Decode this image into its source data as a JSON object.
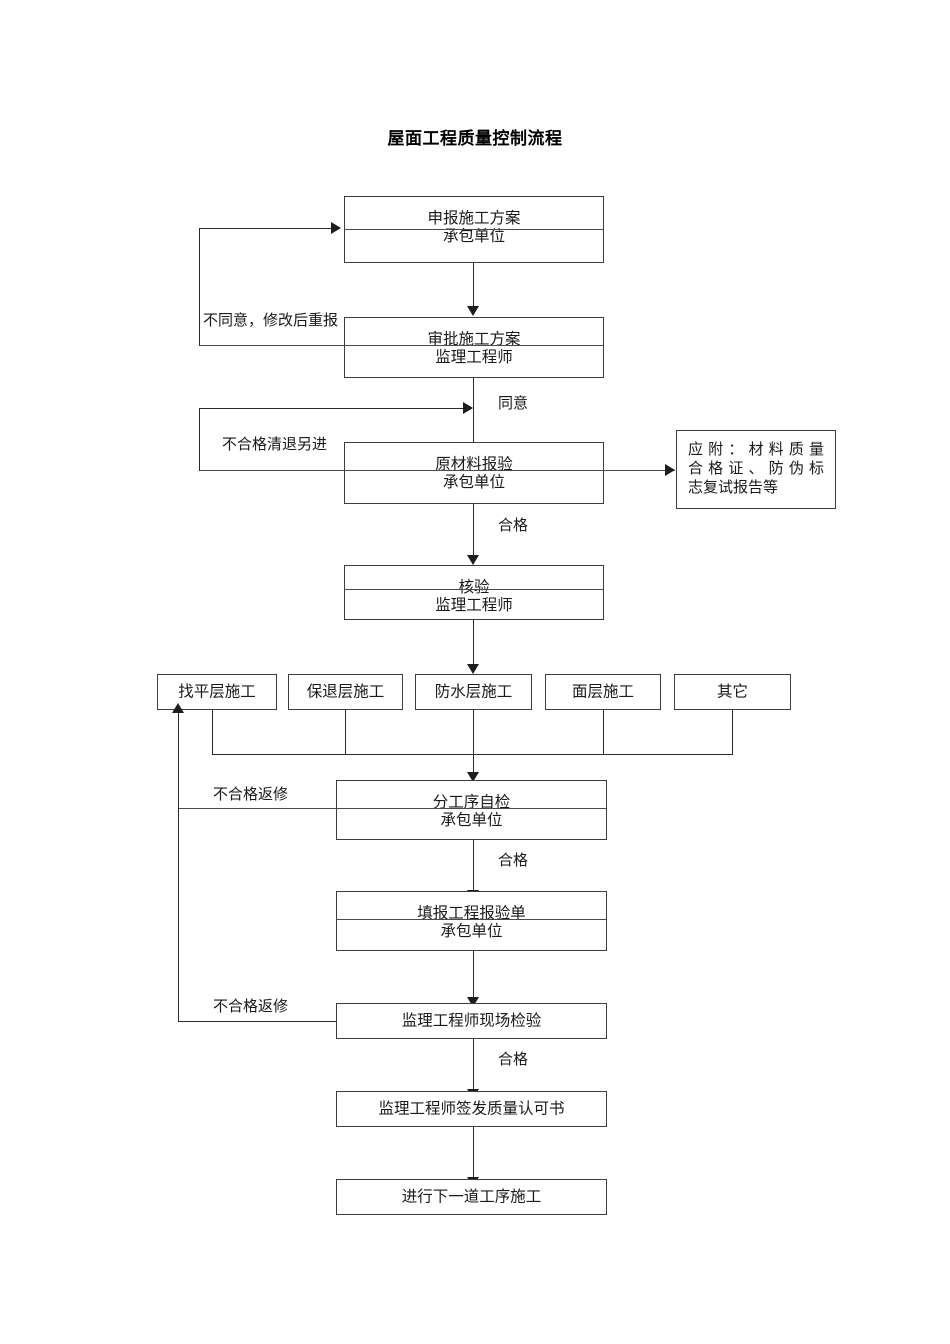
{
  "document": {
    "title": "屋面工程质量控制流程"
  },
  "nodes": {
    "submit_plan": {
      "line1": "申报施工方案",
      "line2": "承包单位"
    },
    "approve_plan": {
      "line1": "审批施工方案",
      "line2": "监理工程师"
    },
    "material_inspect": {
      "line1": "原材料报验",
      "line2": "承包单位"
    },
    "verify": {
      "line1": "核验",
      "line2": "监理工程师"
    },
    "self_inspect": {
      "line1": "分工序自检",
      "line2": "承包单位"
    },
    "fill_form": {
      "line1": "填报工程报验单",
      "line2": "承包单位"
    },
    "site_inspect": {
      "line1": "监理工程师现场检验"
    },
    "issue_cert": {
      "line1": "监理工程师签发质量认可书"
    },
    "next_process": {
      "line1": "进行下一道工序施工"
    }
  },
  "process_row": [
    {
      "label": "找平层施工"
    },
    {
      "label": "保退层施工"
    },
    {
      "label": "防水层施工"
    },
    {
      "label": "面层施工"
    },
    {
      "label": "其它"
    }
  ],
  "note": {
    "lines": [
      "应附：材料质量",
      "合格证、防伪标",
      "志复试报告等"
    ]
  },
  "edge_labels": {
    "disagree_resubmit": "不同意，修改后重报",
    "agree": "同意",
    "unqualified_return": "不合格清退另进",
    "qualified_1": "合格",
    "rework_1": "不合格返修",
    "qualified_2": "合格",
    "rework_2": "不合格返修",
    "qualified_3": "合格"
  },
  "colors": {
    "background": "#ffffff",
    "box_border": "#3d3d3d",
    "connector": "#2b2b2b",
    "text": "#1a1a1a"
  }
}
